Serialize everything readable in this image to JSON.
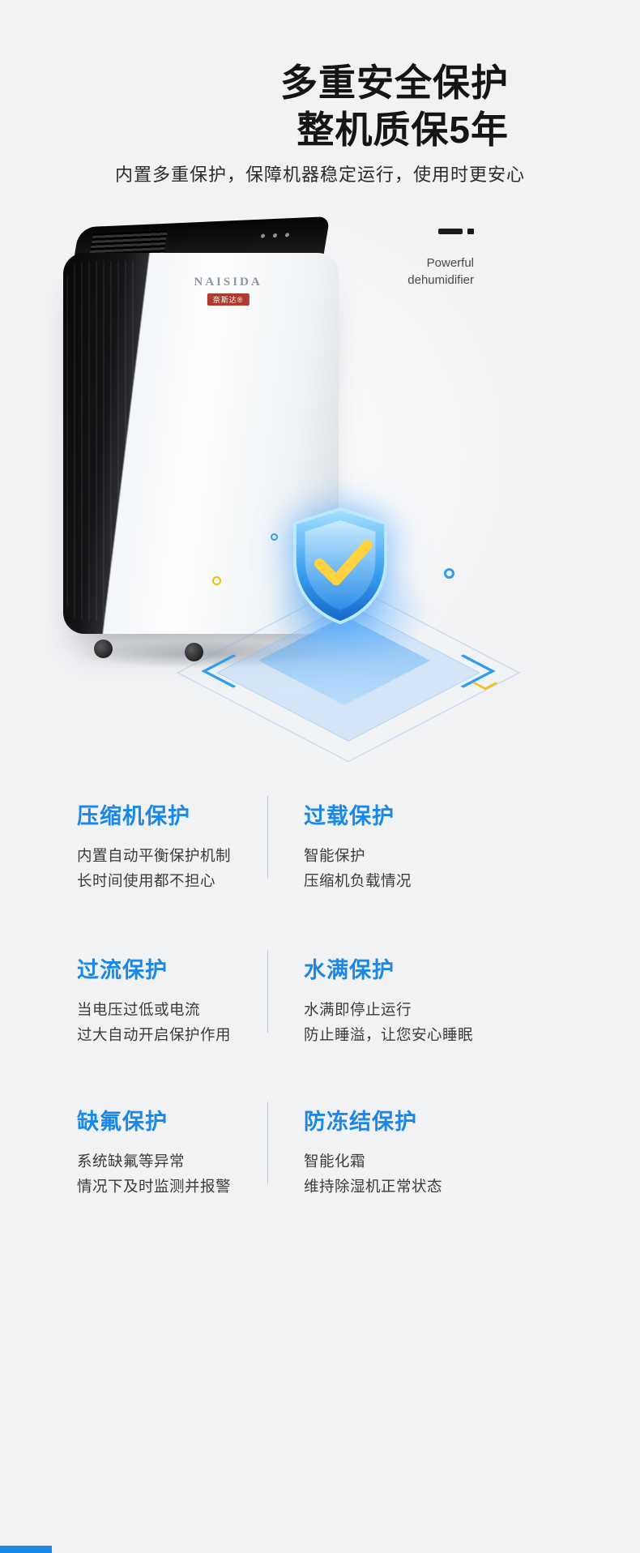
{
  "header": {
    "title_line1": "多重安全保护",
    "title_line2": "整机质保5年",
    "subtitle": "内置多重保护，保障机器稳定运行，使用时更安心",
    "tagline": {
      "line1": "Powerful",
      "line2": "dehumidifier"
    }
  },
  "product": {
    "brand_en": "NAISIDA",
    "brand_cn": "奈斯达®"
  },
  "features": [
    {
      "title": "压缩机保护",
      "lines": [
        "内置自动平衡保护机制",
        "长时间使用都不担心"
      ]
    },
    {
      "title": "过载保护",
      "lines": [
        "智能保护",
        "压缩机负载情况"
      ]
    },
    {
      "title": "过流保护",
      "lines": [
        "当电压过低或电流",
        "过大自动开启保护作用"
      ]
    },
    {
      "title": "水满保护",
      "lines": [
        "水满即停止运行",
        "防止睡溢，让您安心睡眠"
      ]
    },
    {
      "title": "缺氟保护",
      "lines": [
        "系统缺氟等异常",
        "情况下及时监测并报警"
      ]
    },
    {
      "title": "防冻结保护",
      "lines": [
        "智能化霜",
        "维持除湿机正常状态"
      ]
    }
  ],
  "colors": {
    "accent_blue": "#1b87e6",
    "title_dark": "#151515",
    "background": "#f1f2f4",
    "check_yellow": "#ffd23e",
    "brand_red": "#b03a2e"
  }
}
